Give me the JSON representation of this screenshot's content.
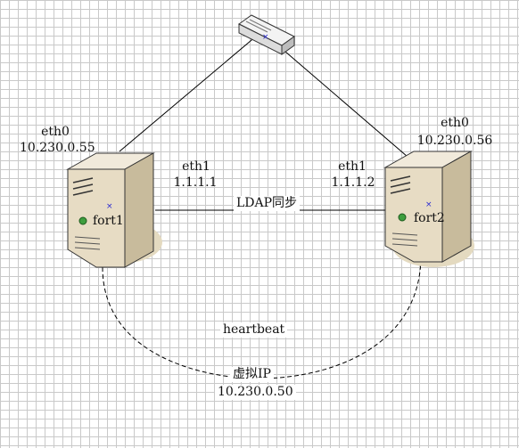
{
  "nodes": {
    "switch": {
      "icon": "network-switch-icon"
    },
    "fort1": {
      "name": "fort1",
      "icon": "server-tower-icon",
      "eth0_label": "eth0",
      "eth0_ip": "10.230.0.55",
      "eth1_label": "eth1",
      "eth1_ip": "1.1.1.1"
    },
    "fort2": {
      "name": "fort2",
      "icon": "server-tower-icon",
      "eth0_label": "eth0",
      "eth0_ip": "10.230.0.56",
      "eth1_label": "eth1",
      "eth1_ip": "1.1.1.2"
    }
  },
  "links": {
    "ldap_sync": "LDAP同步",
    "heartbeat": "heartbeat",
    "virtual_ip_label": "虚拟IP",
    "virtual_ip": "10.230.0.50"
  },
  "colors": {
    "server_front": "#e7dcc4",
    "server_side": "#c8bb9c",
    "server_top": "#f1eadb",
    "shadow": "#e4dac0",
    "line": "#000000"
  }
}
